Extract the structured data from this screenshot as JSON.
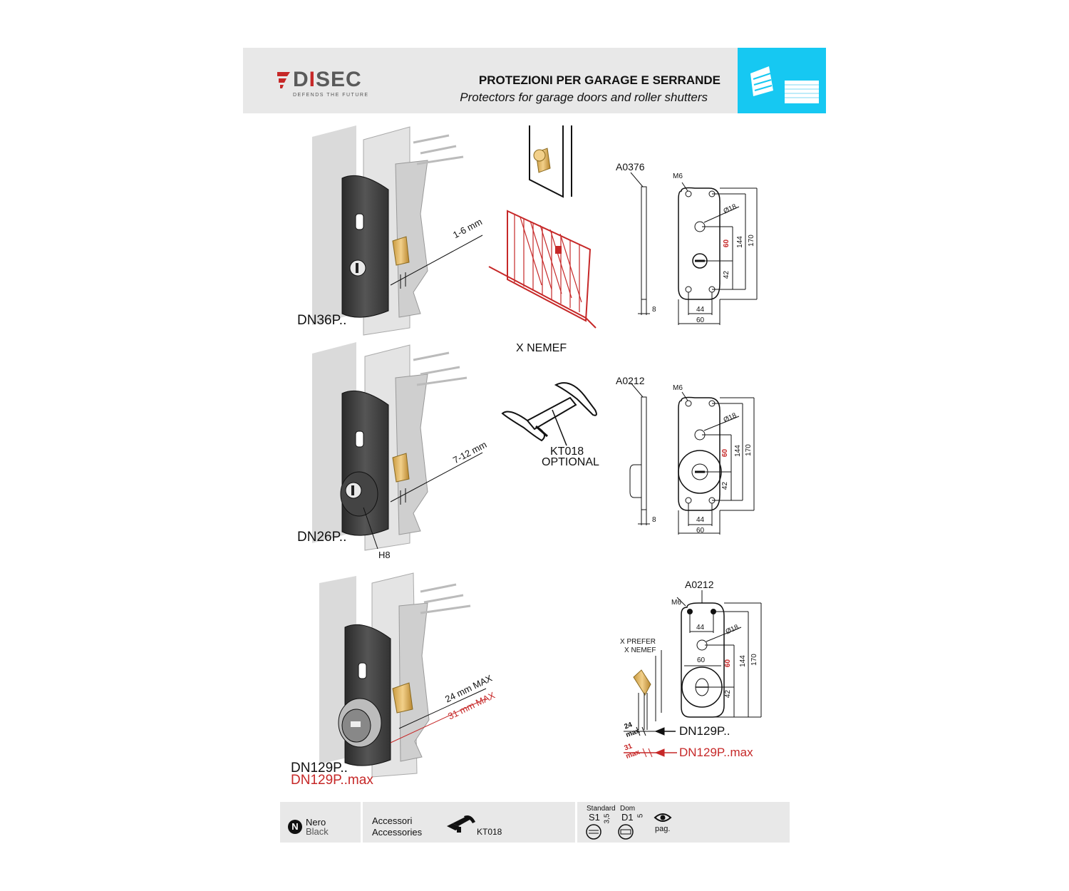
{
  "header": {
    "brand": "DISEC",
    "tagline": "DEFENDS THE FUTURE",
    "title_it": "PROTEZIONI PER GARAGE E SERRANDE",
    "title_en": "Protectors for garage doors and roller shutters",
    "accent_color": "#16c8f2",
    "icons": [
      "garage-door-open-icon",
      "roller-shutter-icon"
    ]
  },
  "products": [
    {
      "code": "DN36P..",
      "gap": "1-6 mm"
    },
    {
      "code": "DN26P..",
      "gap": "7-12 mm",
      "callout": "H8"
    },
    {
      "code": "DN129P..",
      "code_max": "DN129P..max",
      "gap": "24 mm MAX",
      "gap_max": "31 mm MAX"
    }
  ],
  "middle": {
    "nemef": "X NEMEF",
    "key_code": "KT018",
    "key_note": "OPTIONAL"
  },
  "diagrams": [
    {
      "ref": "A0376",
      "thread": "M6",
      "hole": "Ø18",
      "h_total": "170",
      "h_holes": "144",
      "h_key": "60",
      "h_low": "42",
      "w_holes": "44",
      "w_total": "60",
      "thickness": "8"
    },
    {
      "ref": "A0212",
      "thread": "M6",
      "hole": "Ø18",
      "h_total": "170",
      "h_holes": "144",
      "h_key": "60",
      "h_low": "42",
      "w_holes": "44",
      "w_total": "60",
      "thickness": "8"
    },
    {
      "ref": "A0212",
      "thread": "M6",
      "hole": "Ø18",
      "h_total": "170",
      "h_holes": "144",
      "h_key": "60",
      "h_low": "42",
      "w_holes": "44",
      "w_total": "60",
      "prefer_1": "X PREFER",
      "prefer_2": "X NEMEF",
      "max_a": "24",
      "max_b": "31",
      "max_word": "max",
      "arrow_1": "DN129P..",
      "arrow_2": "DN129P..max"
    }
  ],
  "footer": {
    "finish_letter": "N",
    "finish_it": "Nero",
    "finish_en": "Black",
    "acc_it": "Accessori",
    "acc_en": "Accessories",
    "acc_code": "KT018",
    "std_label": "Standard",
    "std_code": "S1",
    "std_dim": "3,5",
    "dom_label": "Dom",
    "dom_code": "D1",
    "dom_dim": "5",
    "pag": "pag.",
    "accent_red": "#c62828"
  }
}
